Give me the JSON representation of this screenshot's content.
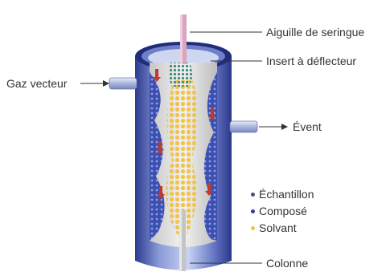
{
  "labels": {
    "needle": "Aiguille de seringue",
    "insert": "Insert à déflecteur",
    "carrier_gas": "Gaz vecteur",
    "vent": "Évent",
    "column": "Colonne"
  },
  "legend": [
    {
      "label": "Échantillon",
      "color": "#4a4f6e"
    },
    {
      "label": "Composé",
      "color": "#2f3b9a"
    },
    {
      "label": "Solvant",
      "color": "#f2c34a"
    }
  ],
  "colors": {
    "liner_blue": "#3d4fb0",
    "liner_light": "#aebbe6",
    "solvent": "#f2c34a",
    "sample": "#3c8f7a",
    "flow_arrow": "#c03a2b",
    "needle": "#d9a3c2",
    "label_text": "#333333"
  }
}
